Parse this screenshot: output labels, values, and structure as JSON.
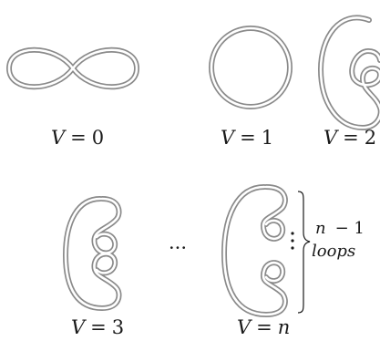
{
  "labels": {
    "v0": {
      "var": "V",
      "eq": "=",
      "val": "0"
    },
    "v1": {
      "var": "V",
      "eq": "=",
      "val": "1"
    },
    "v2": {
      "var": "V",
      "eq": "=",
      "val": "2"
    },
    "v3": {
      "var": "V",
      "eq": "=",
      "val": "3"
    },
    "vn": {
      "var": "V",
      "eq": "=",
      "val": "n"
    }
  },
  "ellipsis": "···",
  "annotation": {
    "line1_var": "n",
    "line1_rest": "− 1",
    "line2": "loops"
  }
}
